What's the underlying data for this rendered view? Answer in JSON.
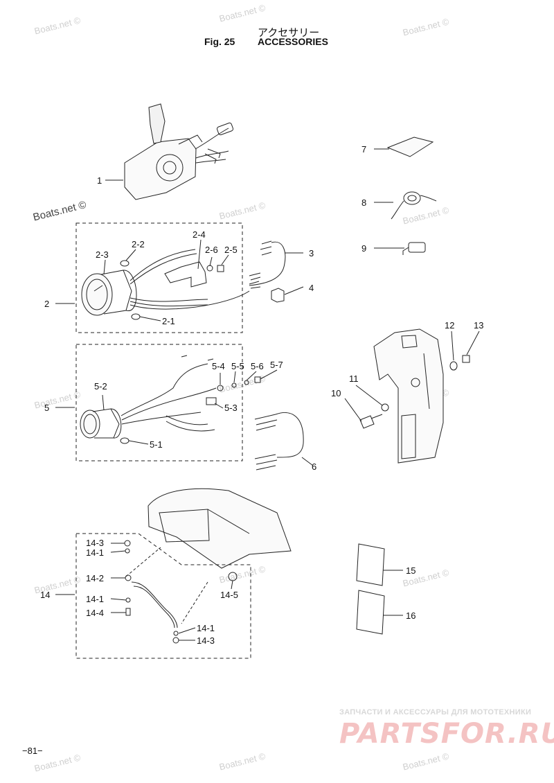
{
  "header": {
    "title_ja": "アクセサリー",
    "fig_label": "Fig. 25",
    "title_en": "ACCESSORIES"
  },
  "watermark": "Boats.net ©",
  "branding": {
    "tagline": "ЗАПЧАСТИ И АКСЕССУАРЫ ДЛЯ МОТОТЕХНИКИ",
    "logo": "PARTSFOR.RU"
  },
  "page_number": "−81−",
  "callouts": [
    "1",
    "2",
    "2-1",
    "2-2",
    "2-3",
    "2-4",
    "2-5",
    "2-6",
    "3",
    "4",
    "5",
    "5-1",
    "5-2",
    "5-3",
    "5-4",
    "5-5",
    "5-6",
    "5-7",
    "6",
    "7",
    "8",
    "9",
    "10",
    "11",
    "12",
    "13",
    "14",
    "14-1",
    "14-1",
    "14-1",
    "14-2",
    "14-3",
    "14-3",
    "14-4",
    "14-5",
    "15",
    "16"
  ]
}
